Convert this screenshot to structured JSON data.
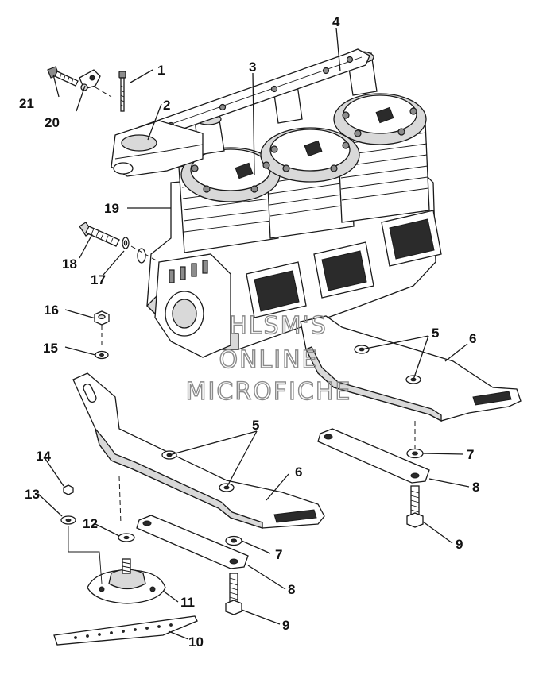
{
  "watermark": {
    "line1": "HLSM'S",
    "line2": "ONLINE",
    "line3": "MICROFICHE"
  },
  "callouts": {
    "c1": "1",
    "c2": "2",
    "c3": "3",
    "c4": "4",
    "c5a": "5",
    "c5b": "5",
    "c6a": "6",
    "c6b": "6",
    "c7a": "7",
    "c7b": "7",
    "c8a": "8",
    "c8b": "8",
    "c9a": "9",
    "c9b": "9",
    "c10": "10",
    "c11": "11",
    "c12": "12",
    "c13": "13",
    "c14": "14",
    "c15": "15",
    "c16": "16",
    "c17": "17",
    "c18": "18",
    "c19": "19",
    "c20": "20",
    "c21": "21"
  }
}
